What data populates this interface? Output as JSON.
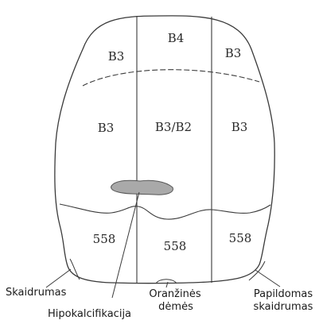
{
  "zones": {
    "top_left": "B3",
    "top_center": "B4",
    "top_right": "B3",
    "mid_left": "B3",
    "mid_center": "B3/B2",
    "mid_right": "B3",
    "bottom_left": "558",
    "bottom_center": "558",
    "bottom_right": "558"
  },
  "callouts": {
    "translucency": "Skaidrumas",
    "hypocalcification": "Hipokalcifikacija",
    "orange_spots_line1": "Oranžinės",
    "orange_spots_line2": "dėmės",
    "extra_translucency_line1": "Papildomas",
    "extra_translucency_line2": "skaidrumas"
  },
  "colors": {
    "outline": "#3a3a3a",
    "lesion_fill": "#a9a9a9"
  }
}
